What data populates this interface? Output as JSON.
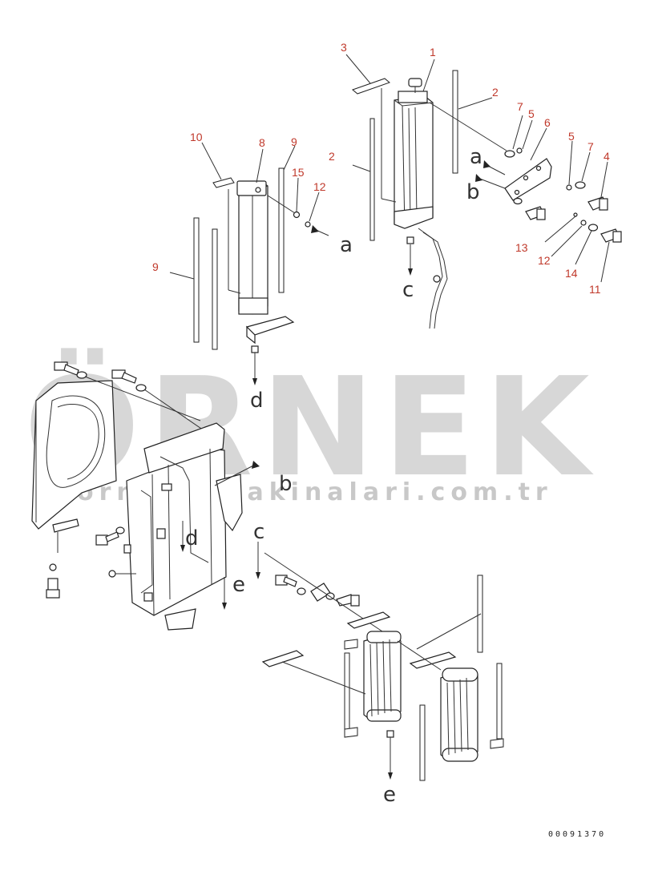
{
  "watermark": {
    "brand": "ÖRNEK",
    "website": "örnekismakinalari.com.tr"
  },
  "document_number": "00091370",
  "callouts": {
    "n1": "1",
    "n2a": "2",
    "n2b": "2",
    "n3": "3",
    "n4": "4",
    "n5a": "5",
    "n5b": "5",
    "n6": "6",
    "n7a": "7",
    "n7b": "7",
    "n8": "8",
    "n9a": "9",
    "n9b": "9",
    "n10": "10",
    "n11": "11",
    "n12a": "12",
    "n12b": "12",
    "n13": "13",
    "n14": "14",
    "n15": "15"
  },
  "flow_markers": {
    "a1": "a",
    "a2": "a",
    "b1": "b",
    "b2": "b",
    "c1": "c",
    "c2": "c",
    "d1": "d",
    "d2": "d",
    "e1": "e",
    "e2": "e"
  }
}
